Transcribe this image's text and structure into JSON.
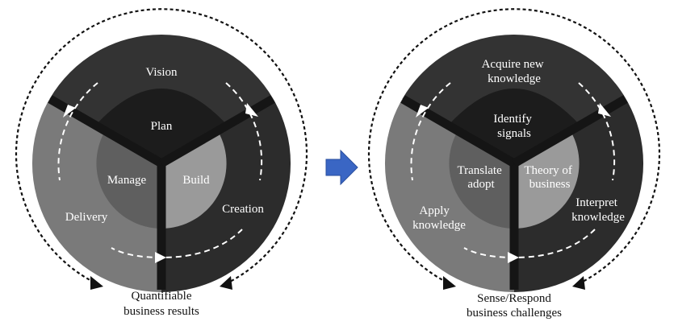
{
  "left_cycle": {
    "outer_labels": {
      "top": "Vision",
      "left": "Delivery",
      "right": "Creation"
    },
    "center_label": "Plan",
    "inner_labels": {
      "left": "Manage",
      "right": "Build"
    },
    "result_lines": [
      "Quantifiable",
      "business results"
    ]
  },
  "right_cycle": {
    "outer_labels": {
      "top": [
        "Acquire new",
        "knowledge"
      ],
      "left": [
        "Apply",
        "knowledge"
      ],
      "right": [
        "Interpret",
        "knowledge"
      ]
    },
    "center_label": [
      "Identify",
      "signals"
    ],
    "inner_labels": {
      "left": [
        "Translate",
        "adopt"
      ],
      "right": [
        "Theory of",
        "business"
      ]
    },
    "result_lines": [
      "Sense/Respond",
      "business challenges"
    ]
  },
  "arrow_icon": "right-arrow-icon",
  "colors": {
    "outer_dark": "#333333",
    "outer_right": "#2c2c2c",
    "outer_left": "#7a7a7a",
    "hub": "#1c1c1c",
    "inner_left": "#5f5f5f",
    "inner_right": "#9a9a9a",
    "arrow_blue": "#3a66c4"
  }
}
